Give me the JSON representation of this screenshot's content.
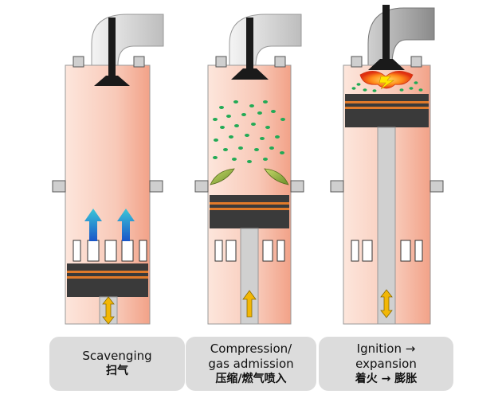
{
  "stages": [
    {
      "name_en": "Scavenging",
      "name_zh": "扫气"
    },
    {
      "name_en_line1": "Compression/",
      "name_en_line2": "gas admission",
      "name_zh": "压缩/燃气喷入"
    },
    {
      "name_en_line1": "Ignition →",
      "name_en_line2": "expansion",
      "name_zh": "着火 → 膨胀"
    }
  ],
  "colors": {
    "cylinder_light": "#fde3d8",
    "cylinder_dark": "#f4a88e",
    "piston": "#3a3a3a",
    "ring": "#e07a2a",
    "rod": "#cfcfcf",
    "exhaust_pipe": "#d4d4d4",
    "valve": "#1a1a1a",
    "gas_dots": "#22aa55",
    "arrow_blue": "#1a6fd0",
    "arrow_yellow": "#f2b705",
    "label_bg": "#dcdcdc"
  }
}
